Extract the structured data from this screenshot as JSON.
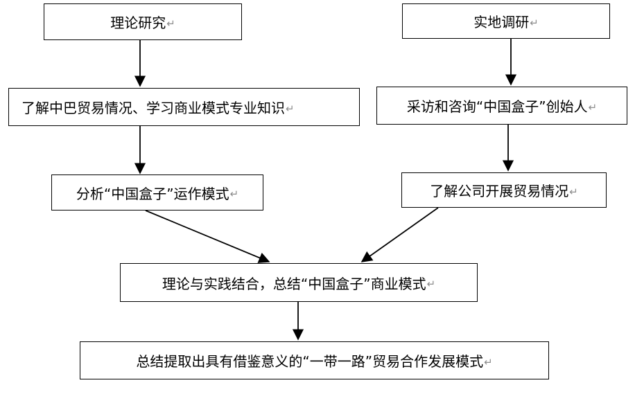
{
  "nodes": {
    "theory_research": "理论研究",
    "field_research": "实地调研",
    "understand_trade": "了解中巴贸易情况、学习商业模式专业知识",
    "interview_founder": "采访和咨询“中国盒子”创始人",
    "analyze_model": "分析“中国盒子”运作模式",
    "company_trade": "了解公司开展贸易情况",
    "combine_summarize": "理论与实践结合，总结“中国盒子”商业模式",
    "final_summary": "总结提取出具有借鉴意义的“一带一路”贸易合作发展模式"
  },
  "return_mark": "↵"
}
